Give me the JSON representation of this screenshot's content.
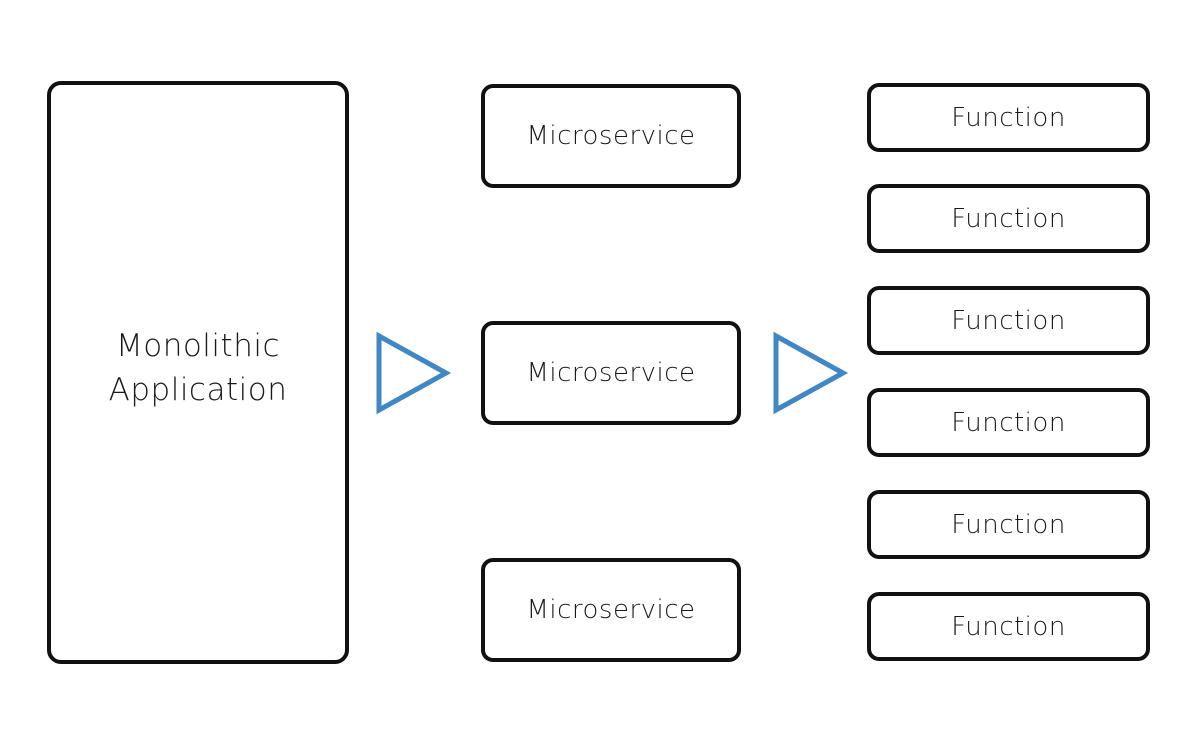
{
  "colors": {
    "box_border": "#111111",
    "arrow_stroke": "#3f88c5",
    "background": "#ffffff"
  },
  "monolith": {
    "label": "Monolithic Application"
  },
  "microservices": [
    {
      "label": "Microservice"
    },
    {
      "label": "Microservice"
    },
    {
      "label": "Microservice"
    }
  ],
  "functions": [
    {
      "label": "Function"
    },
    {
      "label": "Function"
    },
    {
      "label": "Function"
    },
    {
      "label": "Function"
    },
    {
      "label": "Function"
    },
    {
      "label": "Function"
    }
  ],
  "arrows": [
    {
      "icon": "triangle-right-icon"
    },
    {
      "icon": "triangle-right-icon"
    }
  ]
}
